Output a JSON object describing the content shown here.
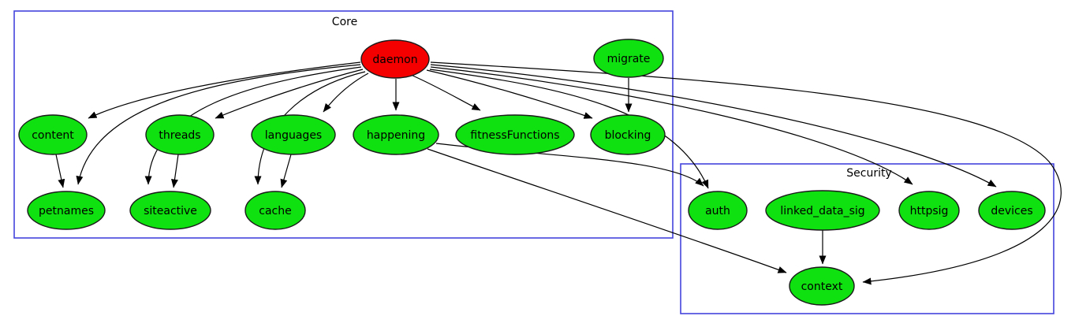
{
  "graph": {
    "palette": {
      "node": "#0fe00f",
      "daemon": "#f40000",
      "cluster_border": "#4444dd",
      "edge": "#000000",
      "text": "#000000"
    },
    "clusters": {
      "core": {
        "label": "Core"
      },
      "security": {
        "label": "Security"
      }
    },
    "nodes": {
      "daemon": {
        "label": "daemon",
        "cluster": "Core",
        "color": "red"
      },
      "migrate": {
        "label": "migrate",
        "cluster": "Core",
        "color": "green"
      },
      "content": {
        "label": "content",
        "cluster": "Core",
        "color": "green"
      },
      "threads": {
        "label": "threads",
        "cluster": "Core",
        "color": "green"
      },
      "languages": {
        "label": "languages",
        "cluster": "Core",
        "color": "green"
      },
      "happening": {
        "label": "happening",
        "cluster": "Core",
        "color": "green"
      },
      "fitnessFunctions": {
        "label": "fitnessFunctions",
        "cluster": "Core",
        "color": "green"
      },
      "blocking": {
        "label": "blocking",
        "cluster": "Core",
        "color": "green"
      },
      "petnames": {
        "label": "petnames",
        "cluster": "Core",
        "color": "green"
      },
      "siteactive": {
        "label": "siteactive",
        "cluster": "Core",
        "color": "green"
      },
      "cache": {
        "label": "cache",
        "cluster": "Core",
        "color": "green"
      },
      "auth": {
        "label": "auth",
        "cluster": "Security",
        "color": "green"
      },
      "linked_data_sig": {
        "label": "linked_data_sig",
        "cluster": "Security",
        "color": "green"
      },
      "httpsig": {
        "label": "httpsig",
        "cluster": "Security",
        "color": "green"
      },
      "devices": {
        "label": "devices",
        "cluster": "Security",
        "color": "green"
      },
      "context": {
        "label": "context",
        "cluster": "Security",
        "color": "green"
      }
    },
    "edges": [
      {
        "from": "daemon",
        "to": "content"
      },
      {
        "from": "daemon",
        "to": "threads"
      },
      {
        "from": "daemon",
        "to": "languages"
      },
      {
        "from": "daemon",
        "to": "happening"
      },
      {
        "from": "daemon",
        "to": "fitnessFunctions"
      },
      {
        "from": "daemon",
        "to": "blocking"
      },
      {
        "from": "daemon",
        "to": "petnames"
      },
      {
        "from": "daemon",
        "to": "siteactive"
      },
      {
        "from": "daemon",
        "to": "cache"
      },
      {
        "from": "daemon",
        "to": "auth"
      },
      {
        "from": "daemon",
        "to": "httpsig"
      },
      {
        "from": "daemon",
        "to": "devices"
      },
      {
        "from": "daemon",
        "to": "context"
      },
      {
        "from": "migrate",
        "to": "blocking"
      },
      {
        "from": "content",
        "to": "petnames"
      },
      {
        "from": "threads",
        "to": "siteactive"
      },
      {
        "from": "languages",
        "to": "cache"
      },
      {
        "from": "happening",
        "to": "auth"
      },
      {
        "from": "happening",
        "to": "context"
      },
      {
        "from": "linked_data_sig",
        "to": "context"
      }
    ]
  }
}
